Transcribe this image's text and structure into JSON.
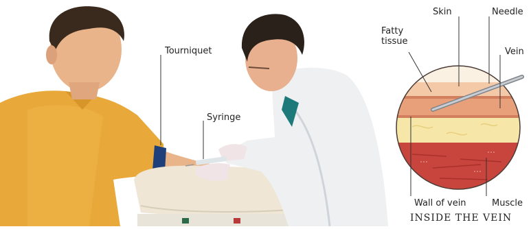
{
  "labels": {
    "tourniquet": "Tourniquet",
    "syringe": "Syringe",
    "skin": "Skin",
    "needle": "Needle",
    "fatty_tissue": "Fatty\ntissue",
    "vein": "Vein",
    "wall_of_vein": "Wall of vein",
    "muscle": "Muscle"
  },
  "caption": "INSIDE THE VEIN",
  "colors": {
    "shirt": "#e9a93a",
    "coat": "#eef0f2",
    "skin_tone": "#e9b48a",
    "hair": "#3a2a1e",
    "tourniquet": "#1f3f7a",
    "pillow": "#efe6d6",
    "fat": "#f6e6a8",
    "dermis": "#f3c9a8",
    "vein": "#e8a07a",
    "muscle": "#c8453d",
    "needle": "#b8bcc2"
  }
}
